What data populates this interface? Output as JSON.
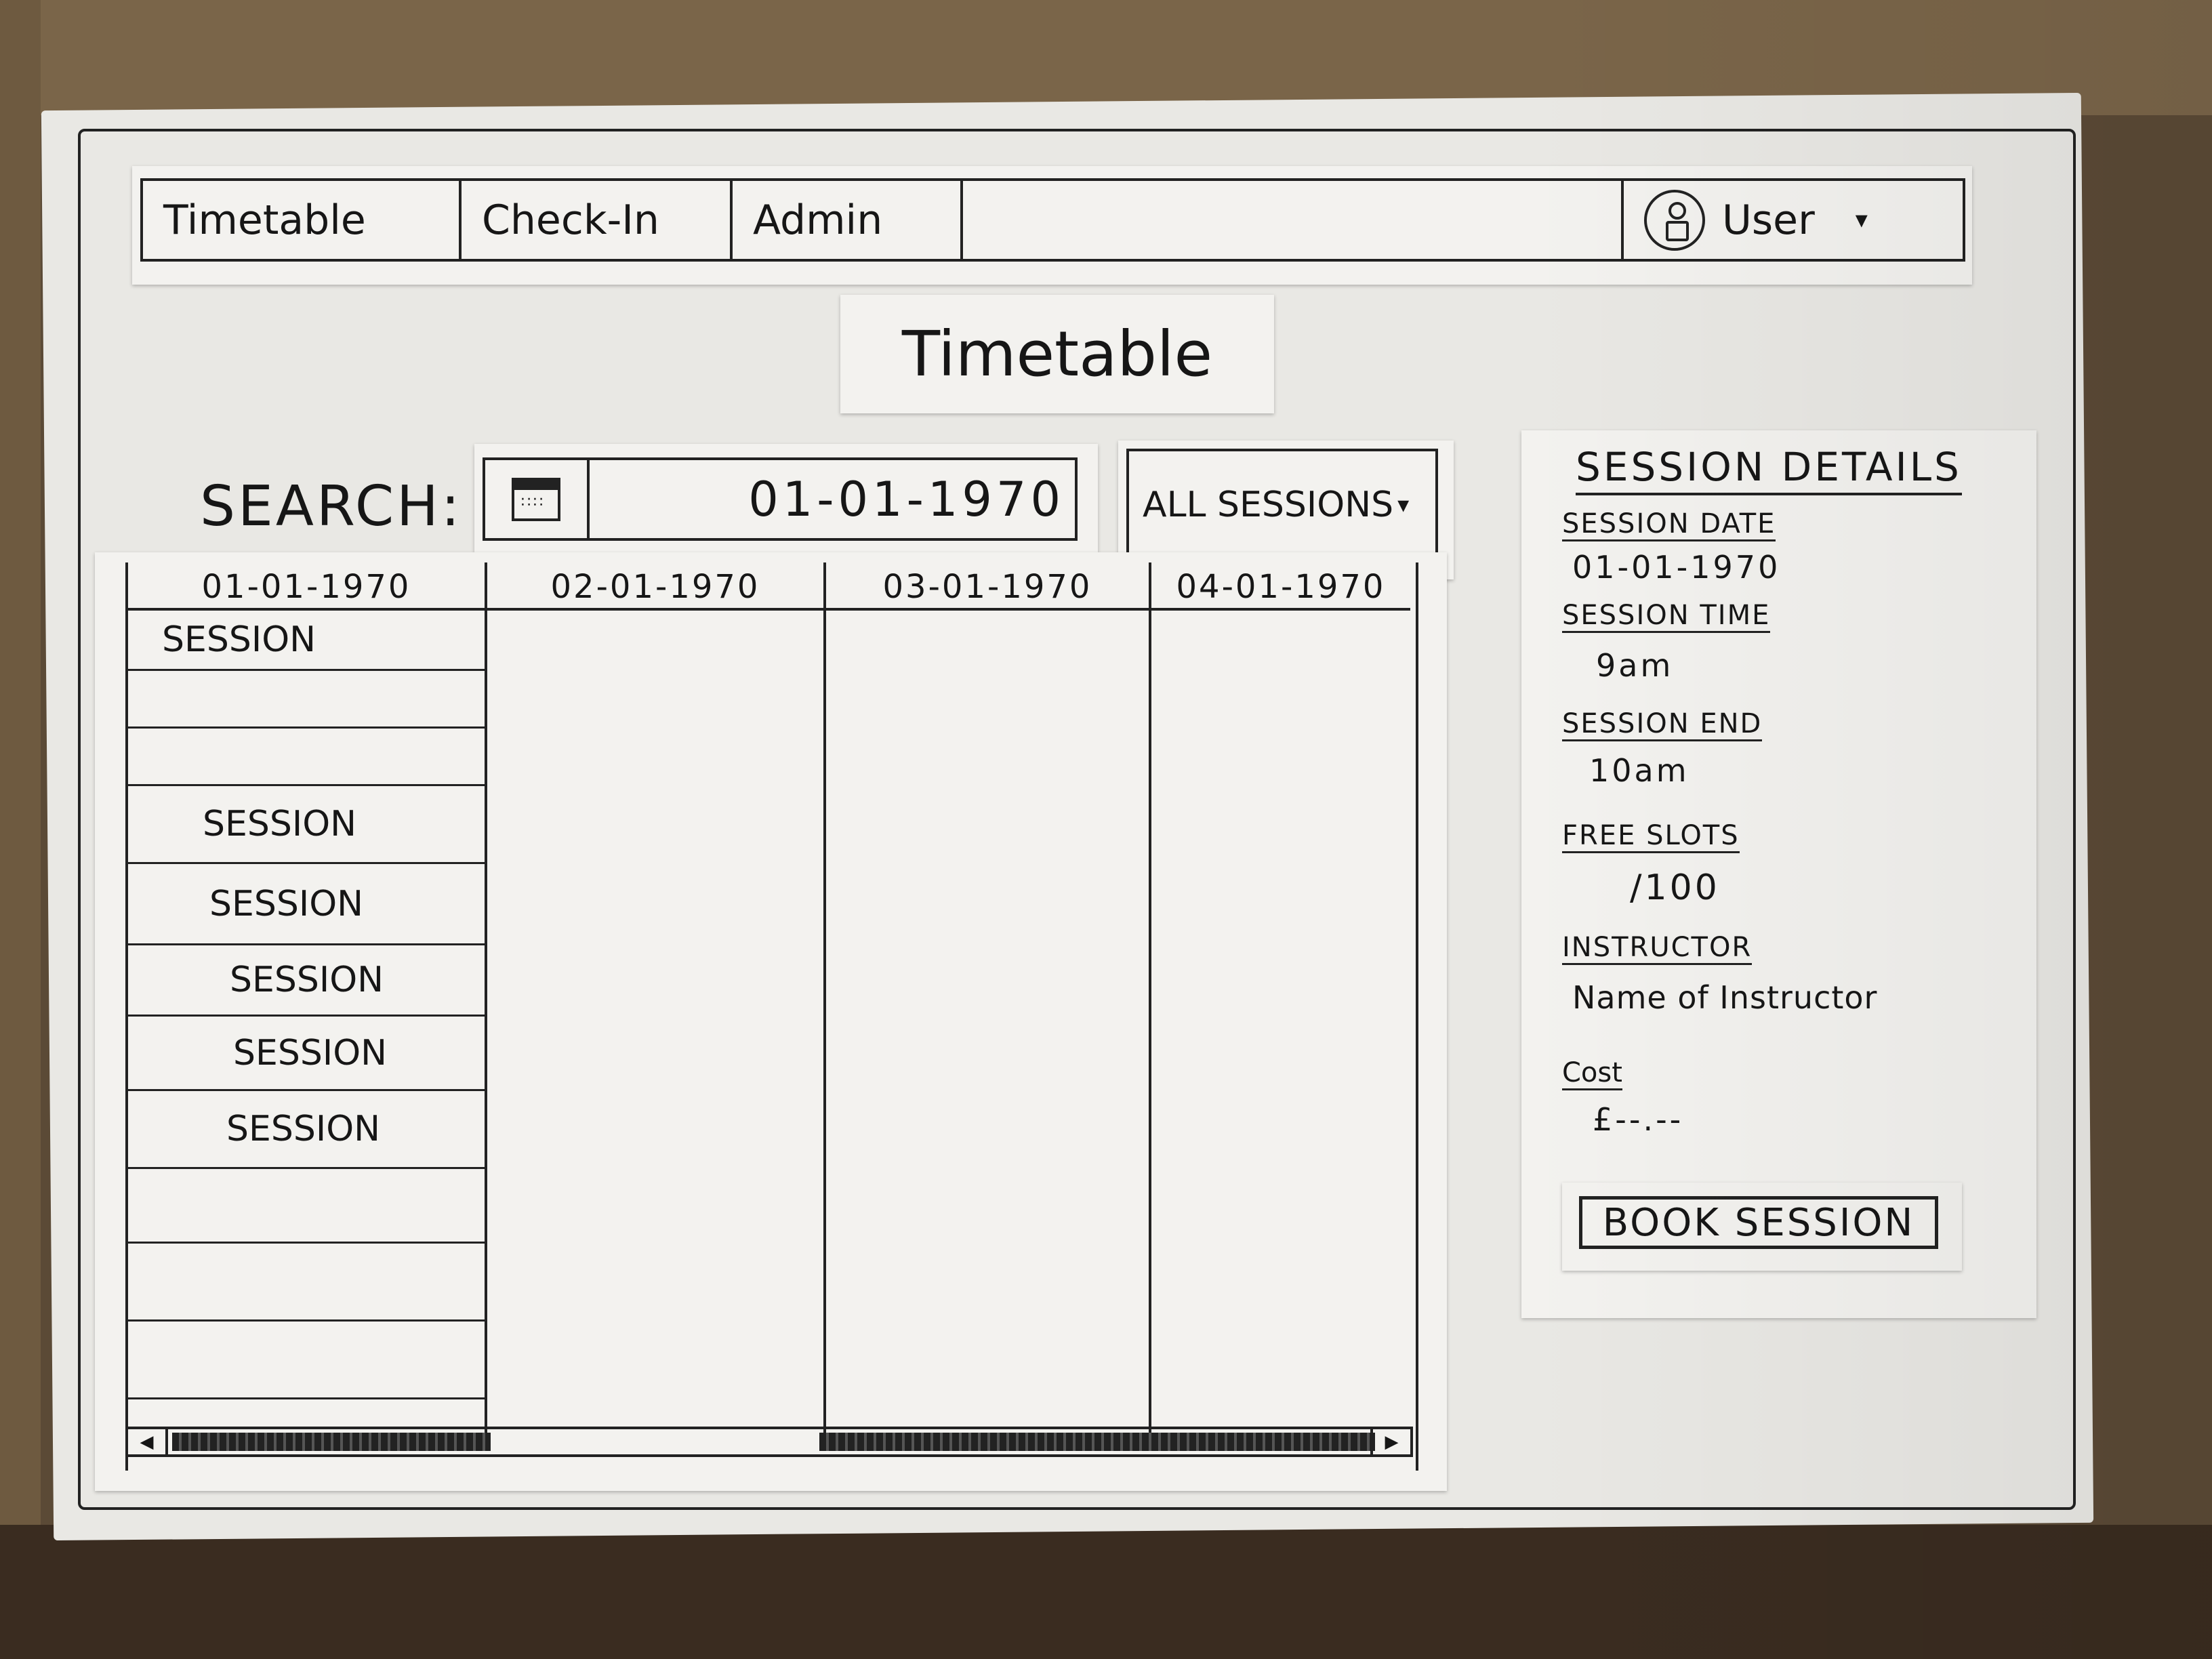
{
  "nav": {
    "tabs": [
      {
        "label": "Timetable"
      },
      {
        "label": "Check-In"
      },
      {
        "label": "Admin"
      }
    ],
    "user_label": "User",
    "user_caret": "▾"
  },
  "page_title": "Timetable",
  "search": {
    "label": "SEARCH:",
    "date_value": "01-01-1970",
    "filter_value": "ALL SESSIONS",
    "filter_caret": "▾"
  },
  "timetable": {
    "columns": [
      {
        "date": "01-01-1970"
      },
      {
        "date": "02-01-1970"
      },
      {
        "date": "03-01-1970"
      },
      {
        "date": "04-01-1970"
      }
    ],
    "sessions": [
      "SESSION",
      "SESSION",
      "SESSION",
      "SESSION",
      "SESSION",
      "SESSION"
    ],
    "scroll_left": "◀",
    "scroll_right": "▶"
  },
  "details": {
    "title": "SESSION DETAILS",
    "date_label": "SESSION DATE",
    "date_value": "01-01-1970",
    "time_label": "SESSION TIME",
    "time_value": "9am",
    "end_label": "SESSION END",
    "end_value": "10am",
    "slots_label": "FREE SLOTS",
    "slots_value": "/100",
    "instructor_label": "INSTRUCTOR",
    "instructor_value": "Name of Instructor",
    "cost_label": "Cost",
    "cost_value": "£--.--",
    "book_label": "BOOK SESSION"
  },
  "icons": {
    "calendar": "calendar-icon",
    "user": "user-avatar-icon",
    "dropdown": "chevron-down-icon"
  }
}
